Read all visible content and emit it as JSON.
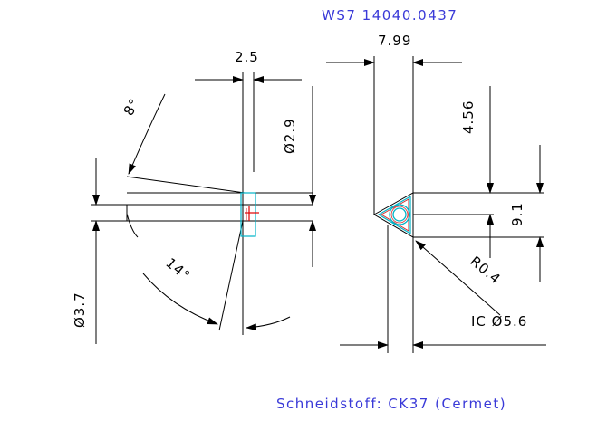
{
  "header": {
    "part_number": "WS7 14040.0437"
  },
  "footer": {
    "material": "Schneidstoff: CK37 (Cermet)"
  },
  "dimensions": {
    "width_top": "2.5",
    "angle_top": "8°",
    "diameter_shank": "Ø2.9",
    "diameter_body": "Ø3.7",
    "angle_bottom": "14°",
    "width_overall": "7.99",
    "height_upper": "4.56",
    "height_total": "9.1",
    "radius": "R0.4",
    "inscribed_circle": "IC Ø5.6"
  },
  "colors": {
    "line": "#000000",
    "title": "#3a3ad8",
    "insert_outline": "#00b4c8",
    "insert_inner": "#d23232",
    "center_mark": "#e00000"
  }
}
